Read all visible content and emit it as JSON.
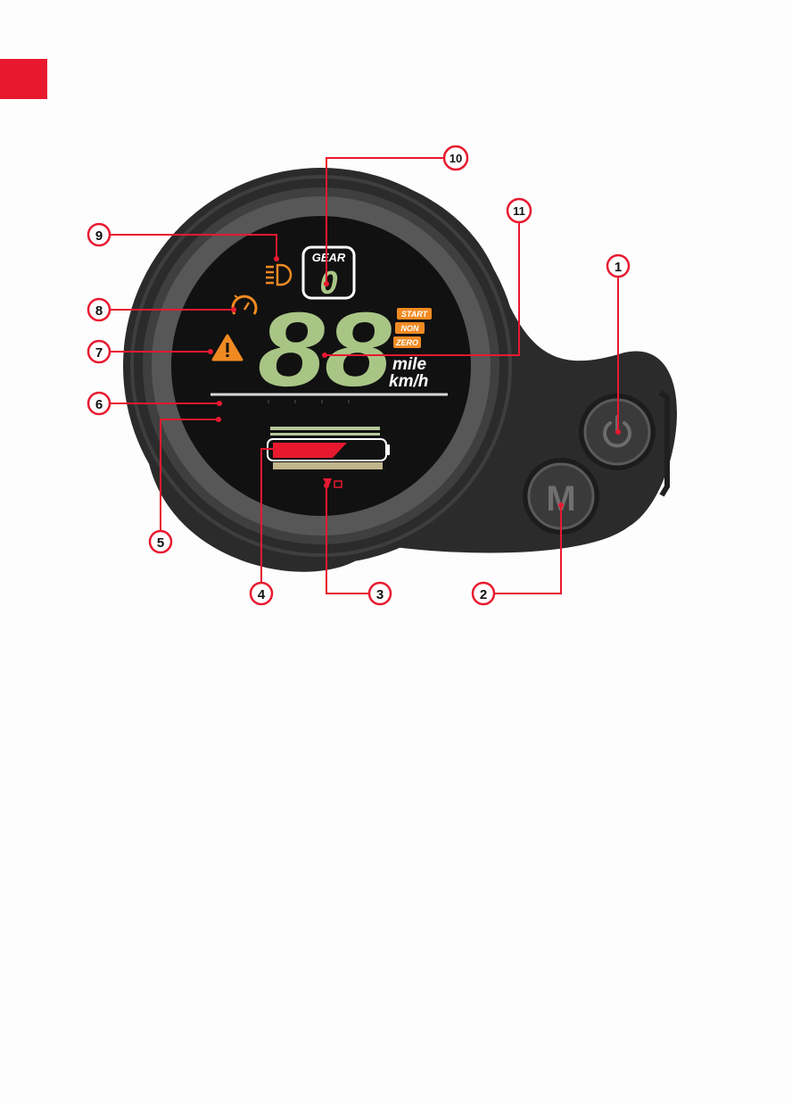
{
  "display": {
    "gear_label": "GEAR",
    "gear_value": "0",
    "speed_value": "88",
    "indicators": [
      "START",
      "NON",
      "ZERO"
    ],
    "units": [
      "mile",
      "km/h"
    ]
  },
  "buttons": {
    "power_icon": "power-icon",
    "mode_label": "M"
  },
  "callouts": [
    "1",
    "2",
    "3",
    "4",
    "5",
    "6",
    "7",
    "8",
    "9",
    "10",
    "11"
  ],
  "colors": {
    "accent_red": "#e8192f",
    "lcd_green": "#a9c586",
    "indicator_orange": "#f08a22",
    "battery_red": "#e8192f",
    "housing": "#2b2b2b"
  }
}
